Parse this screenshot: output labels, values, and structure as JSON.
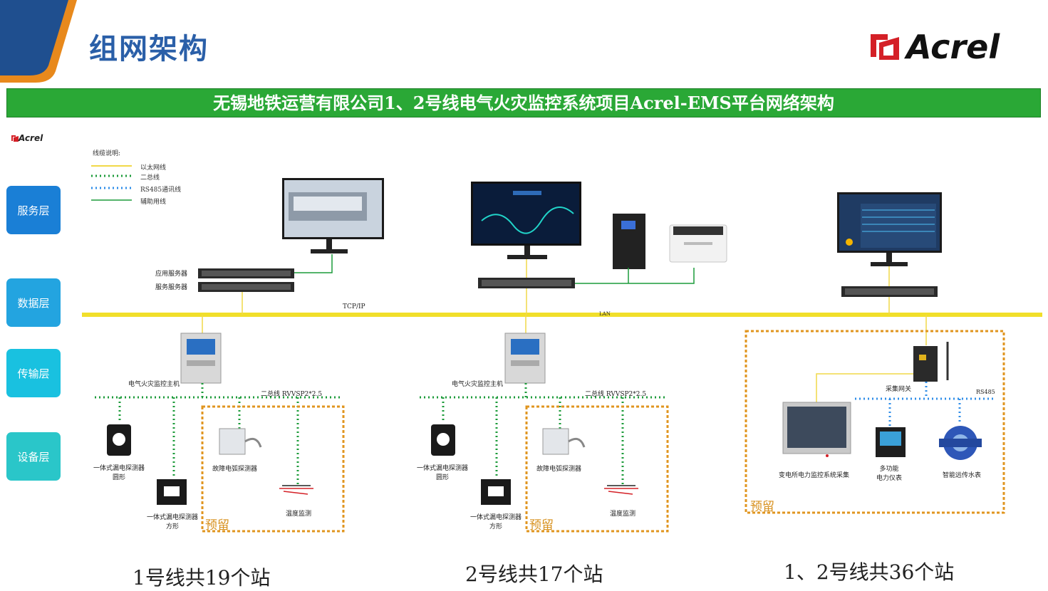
{
  "header": {
    "title": "组网架构",
    "logo_text": "Acrel",
    "colors": {
      "title": "#2a5fa8",
      "accent_orange": "#e8891c",
      "corner_blue": "#1f4f8f",
      "logo_red": "#d42027"
    }
  },
  "banner": {
    "text": "无锡地铁运营有限公司1、2号线电气火灾监控系统项目Acrel-EMS平台网络架构",
    "color": "#2aa836"
  },
  "small_logo": "Acrel",
  "layers": [
    {
      "label": "服务层",
      "color": "#1a7fd6"
    },
    {
      "label": "数据层",
      "color": "#23a4e0"
    },
    {
      "label": "传输层",
      "color": "#19c1e0"
    },
    {
      "label": "设备层",
      "color": "#2ac6c9"
    }
  ],
  "legend": {
    "title": "线缆说明:",
    "items": [
      {
        "label": "以太网线",
        "color": "#f1d948",
        "style": "solid"
      },
      {
        "label": "二总线",
        "color": "#1c9b3a",
        "style": "dotted"
      },
      {
        "label": "RS485通讯线",
        "color": "#2f8ee8",
        "style": "dotted"
      },
      {
        "label": "辅助用线",
        "color": "#1c9b3a",
        "style": "solid"
      }
    ]
  },
  "network": {
    "tcp_label": "TCP/IP",
    "lan_label": "LAN",
    "app_server": "应用服务器",
    "data_server": "服务服务器"
  },
  "section1": {
    "host_label": "电气火灾监控主机",
    "bus_label": "二总线 RVVSP2*2.5",
    "dev_round": "一体式漏电探测器",
    "dev_round_sub": "圆形",
    "dev_square": "一体式漏电探测器",
    "dev_square_sub": "方形",
    "dev_arc": "故障电弧探测器",
    "dev_temp": "温度监测",
    "reserved": "预留",
    "footer": "1号线共19个站"
  },
  "section2": {
    "host_label": "电气火灾监控主机",
    "bus_label": "二总线 RVVSP2*2.5",
    "dev_round": "一体式漏电探测器",
    "dev_round_sub": "圆形",
    "dev_square": "一体式漏电探测器",
    "dev_square_sub": "方形",
    "dev_arc": "故障电弧探测器",
    "dev_temp": "温度监测",
    "reserved": "预留",
    "footer": "2号线共17个站"
  },
  "section3": {
    "gateway_label": "采集网关",
    "rs485_label": "RS485",
    "panel_label": "变电所电力监控系统采集",
    "meter_label": "多功能",
    "meter_label2": "电力仪表",
    "water_label": "智能远传水表",
    "reserved": "预留",
    "footer": "1、2号线共36个站"
  }
}
